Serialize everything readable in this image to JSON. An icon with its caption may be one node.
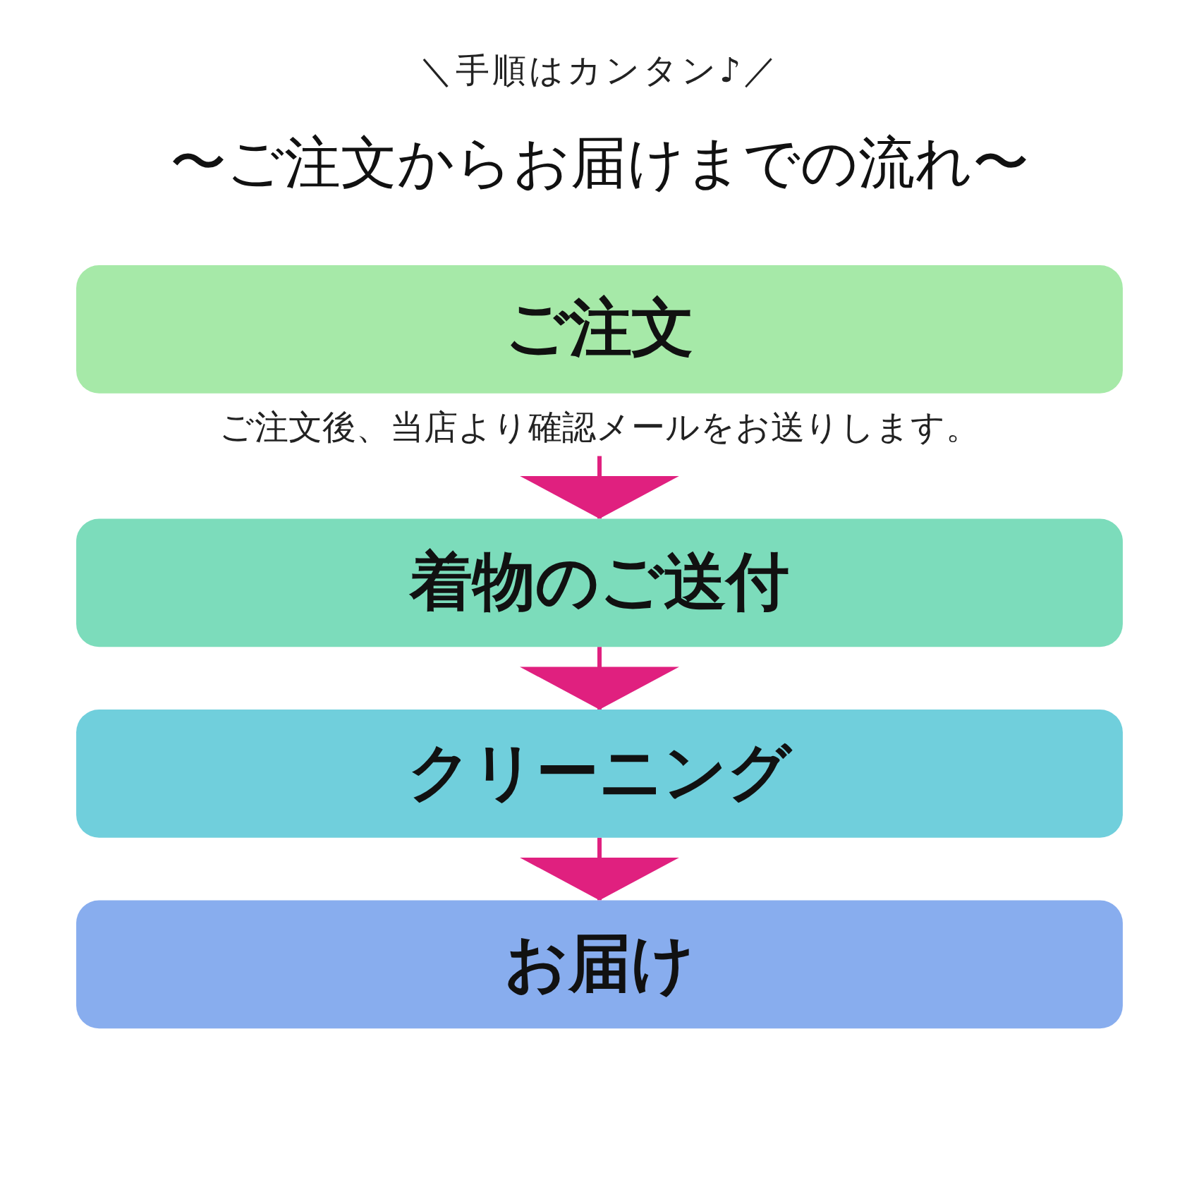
{
  "diagram": {
    "title": "〜ご注文からお届けまでの流れ〜",
    "nodes": [
      {
        "text": [
          "ご注文"
        ],
        "beside": [
          "ご注文後、当店より確認メールをお送りします。"
        ]
      },
      {
        "text": [
          "着物のご送付"
        ]
      },
      {
        "text": [
          "クリーニング"
        ]
      },
      {
        "text": [
          "お届け"
        ]
      }
    ],
    "edges": [
      {
        "from": 0,
        "to": 1,
        "arrow": "to"
      },
      {
        "from": 1,
        "to": 2,
        "arrow": "to"
      },
      {
        "from": 2,
        "to": 3,
        "arrow": "to"
      }
    ],
    "labels": [
      "＼手順はカンタン♪／"
    ]
  }
}
